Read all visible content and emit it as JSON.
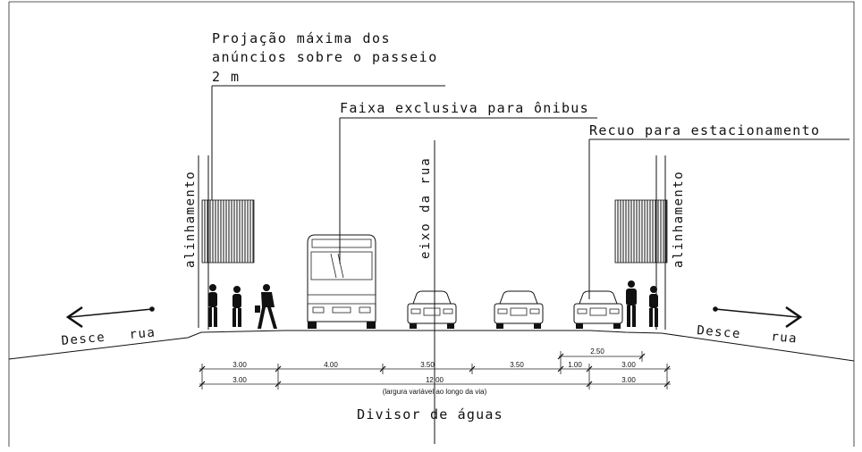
{
  "labels": {
    "projection_line1": "Projação máxima dos",
    "projection_line2": "anúncios sobre o passeio",
    "projection_line3": "2 m",
    "bus_lane": "Faixa exclusiva para ônibus",
    "parking_setback": "Recuo para estacionamento",
    "axis": "eixo da rua",
    "alignment_left": "alinhamento",
    "alignment_right": "alinhamento",
    "slope_left_word1": "Desce",
    "slope_left_word2": "rua",
    "slope_right_word1": "Desce",
    "slope_right_word2": "rua",
    "divider": "Divisor de águas",
    "variable_width_note": "(largura variável ao longo da via)"
  },
  "dimensions": {
    "row1": [
      "3.00",
      "4.00",
      "3.50",
      "3.50",
      "1.00",
      "3.00"
    ],
    "row2_left": "3.00",
    "row2_center": "12.00",
    "row2_right": "3.00",
    "parking": "2.50"
  },
  "colors": {
    "line": "#111111",
    "background": "#ffffff"
  }
}
